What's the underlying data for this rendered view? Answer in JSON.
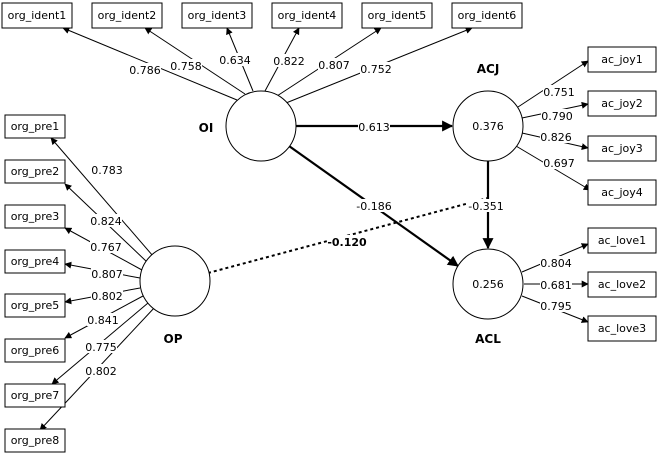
{
  "latents": {
    "oi": {
      "name": "OI",
      "r2": ""
    },
    "acj": {
      "name": "ACJ",
      "r2": "0.376"
    },
    "op": {
      "name": "OP",
      "r2": ""
    },
    "acl": {
      "name": "ACL",
      "r2": "0.256"
    }
  },
  "indicators": {
    "org_ident1": {
      "label": "org_ident1",
      "loading": "0.786"
    },
    "org_ident2": {
      "label": "org_ident2",
      "loading": "0.758"
    },
    "org_ident3": {
      "label": "org_ident3",
      "loading": "0.634"
    },
    "org_ident4": {
      "label": "org_ident4",
      "loading": "0.822"
    },
    "org_ident5": {
      "label": "org_ident5",
      "loading": "0.807"
    },
    "org_ident6": {
      "label": "org_ident6",
      "loading": "0.752"
    },
    "ac_joy1": {
      "label": "ac_joy1",
      "loading": "0.751"
    },
    "ac_joy2": {
      "label": "ac_joy2",
      "loading": "0.790"
    },
    "ac_joy3": {
      "label": "ac_joy3",
      "loading": "0.826"
    },
    "ac_joy4": {
      "label": "ac_joy4",
      "loading": "0.697"
    },
    "org_pre1": {
      "label": "org_pre1",
      "loading": "0.783"
    },
    "org_pre2": {
      "label": "org_pre2",
      "loading": "0.824"
    },
    "org_pre3": {
      "label": "org_pre3",
      "loading": "0.767"
    },
    "org_pre4": {
      "label": "org_pre4",
      "loading": "0.807"
    },
    "org_pre5": {
      "label": "org_pre5",
      "loading": "0.802"
    },
    "org_pre6": {
      "label": "org_pre6",
      "loading": "0.841"
    },
    "org_pre7": {
      "label": "org_pre7",
      "loading": "0.775"
    },
    "org_pre8": {
      "label": "org_pre8",
      "loading": "0.802"
    },
    "ac_love1": {
      "label": "ac_love1",
      "loading": "0.804"
    },
    "ac_love2": {
      "label": "ac_love2",
      "loading": "0.681"
    },
    "ac_love3": {
      "label": "ac_love3",
      "loading": "0.795"
    }
  },
  "paths": {
    "oi_acj": "0.613",
    "oi_acl": "-0.186",
    "acj_acl": "-0.351",
    "op_acj": "-0.120"
  }
}
